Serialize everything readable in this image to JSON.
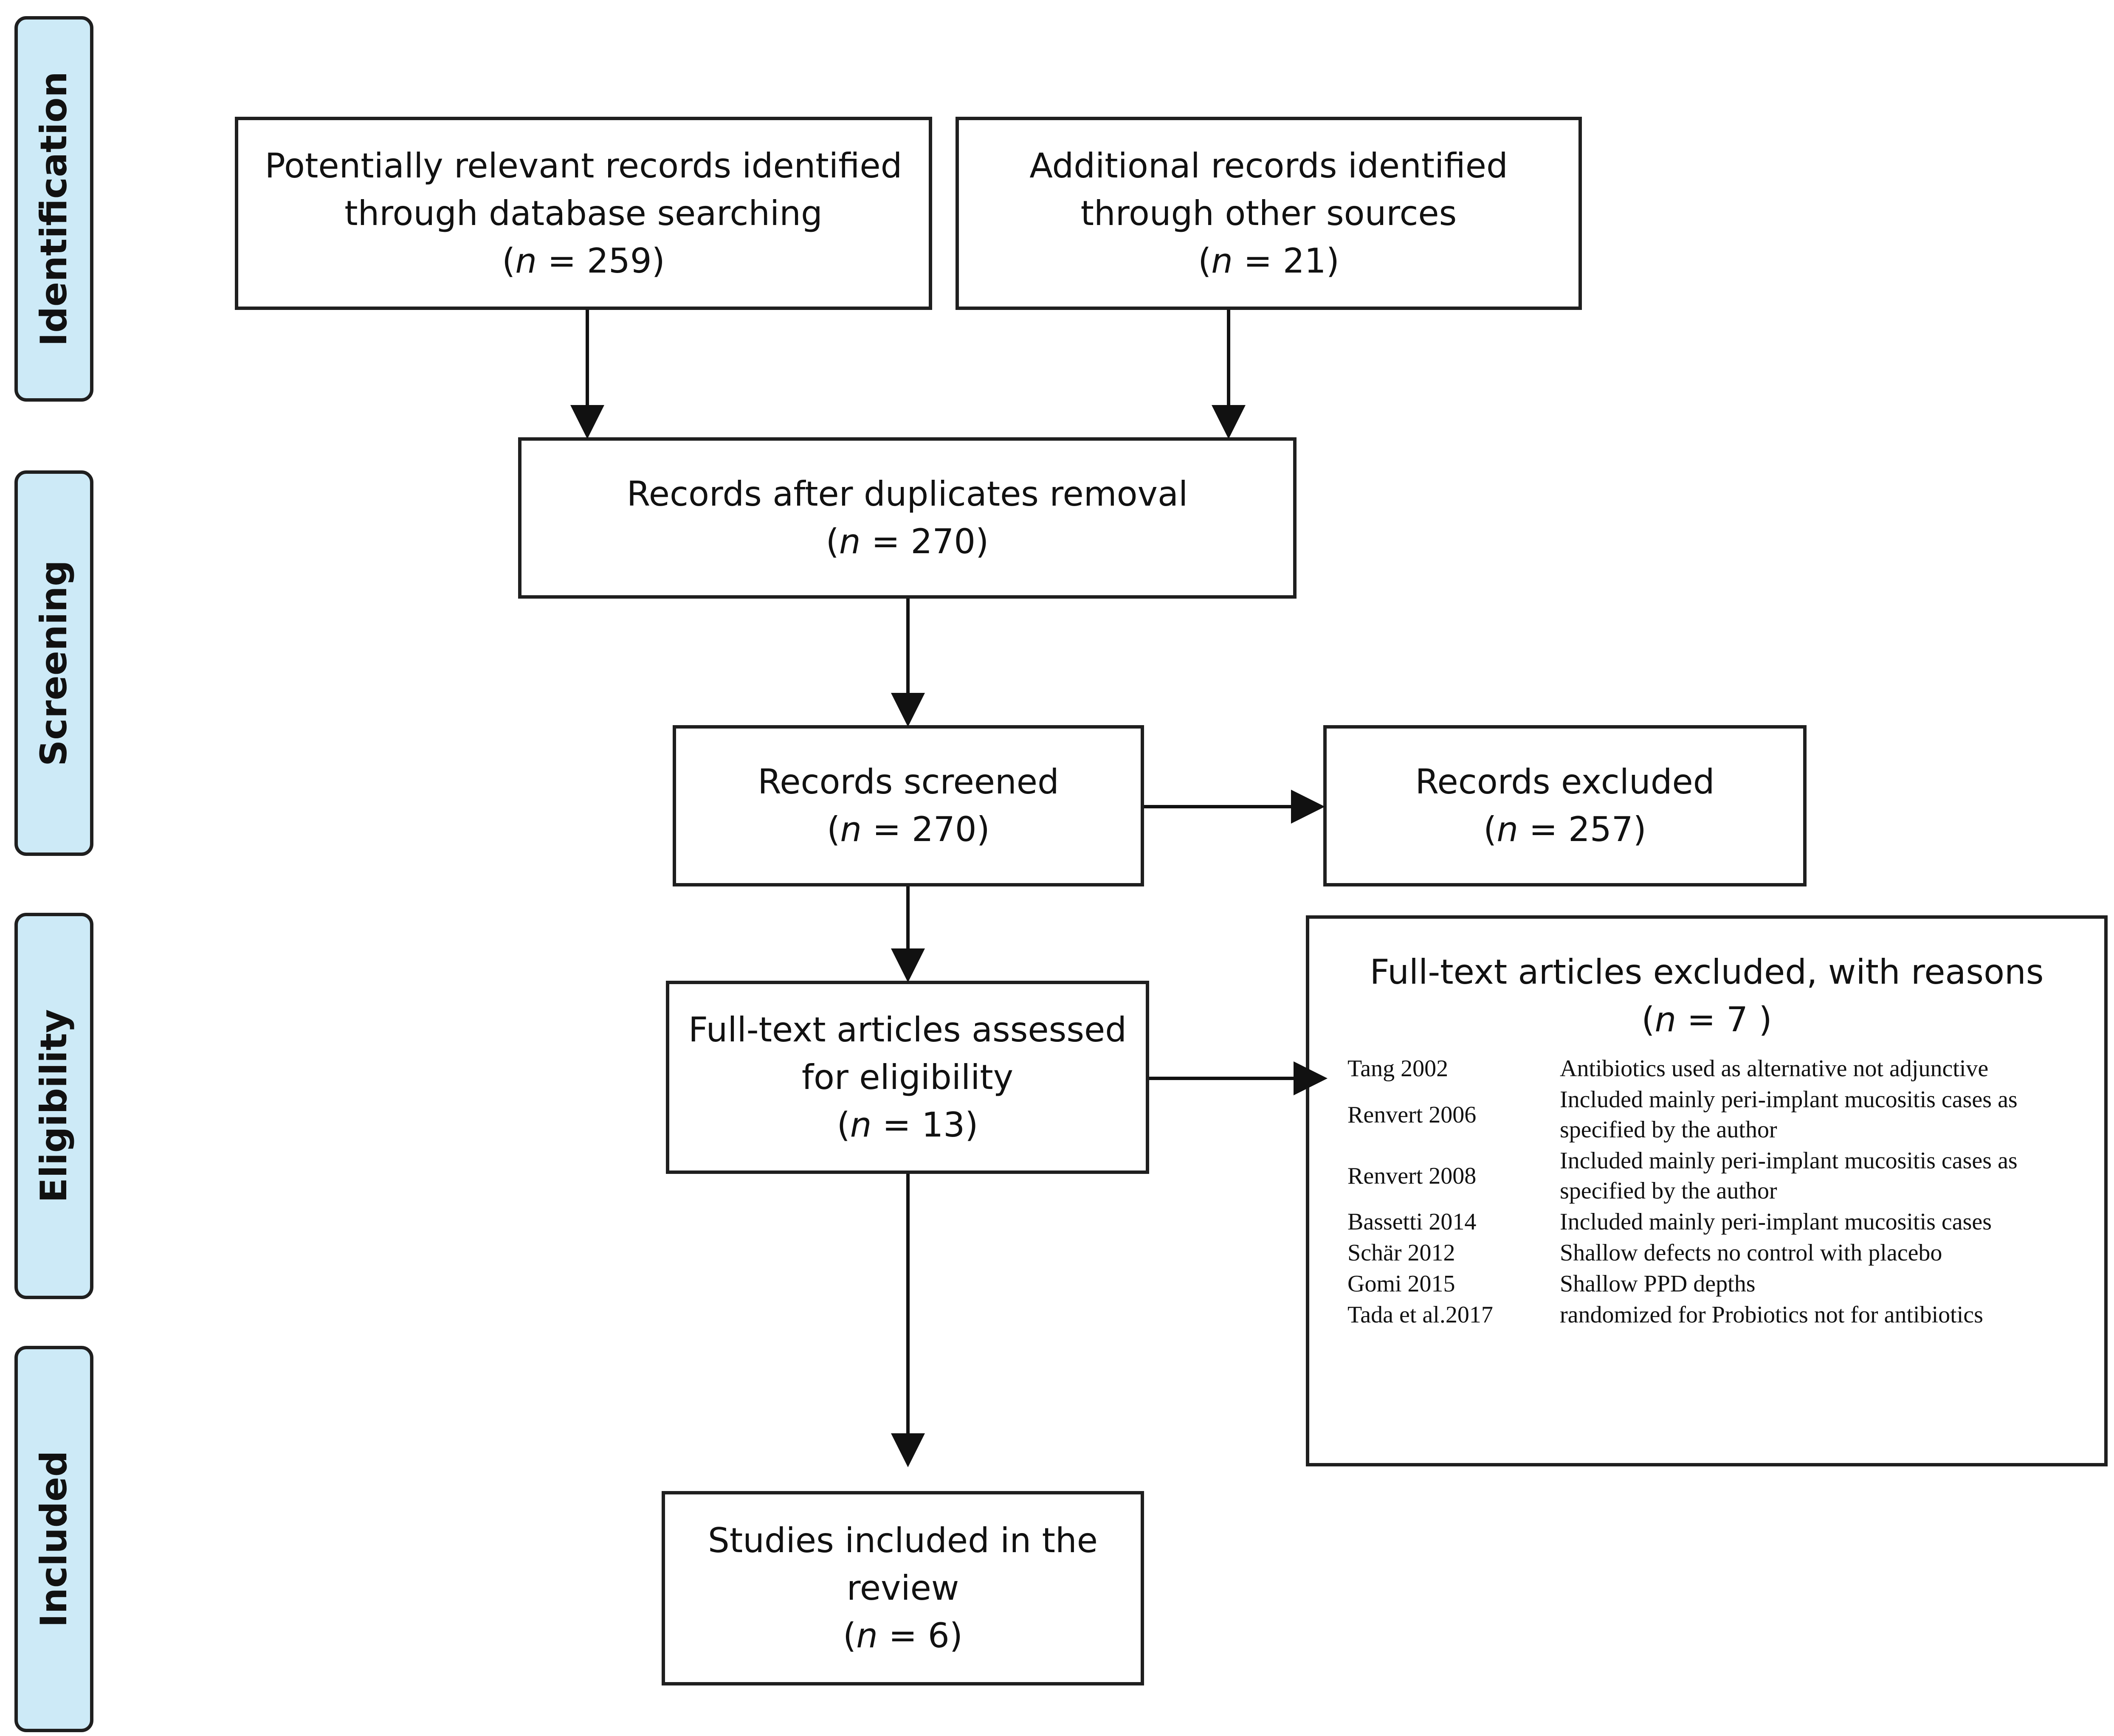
{
  "phases": {
    "identification": "Identification",
    "screening": "Screening",
    "eligibility": "Eligibility",
    "included": "Included"
  },
  "boxes": {
    "database_search": {
      "lines": [
        "Potentially relevant records identified",
        "through database searching"
      ],
      "n_prefix": "(",
      "n_symbol": "n",
      "n_value": " = 259)"
    },
    "other_sources": {
      "lines": [
        "Additional records identified",
        "through other sources"
      ],
      "n_prefix": "(",
      "n_symbol": "n",
      "n_value": " = 21)"
    },
    "duplicates_removed": {
      "lines": [
        "Records after duplicates removal"
      ],
      "n_prefix": "(",
      "n_symbol": "n",
      "n_value": " = 270)"
    },
    "screened": {
      "lines": [
        "Records screened"
      ],
      "n_prefix": "(",
      "n_symbol": "n",
      "n_value": " = 270)"
    },
    "excluded": {
      "lines": [
        "Records excluded"
      ],
      "n_prefix": "(",
      "n_symbol": "n",
      "n_value": " = 257)"
    },
    "fulltext_assessed": {
      "lines": [
        "Full-text articles assessed",
        "for eligibility"
      ],
      "n_prefix": "(",
      "n_symbol": "n",
      "n_value": " = 13)"
    },
    "fulltext_excluded": {
      "lines": [
        "Full-text articles excluded, with reasons"
      ],
      "n_prefix": "(",
      "n_symbol": "n",
      "n_value": " =  7 )",
      "reasons": [
        {
          "study": "Tang 2002",
          "reason": "Antibiotics used as alternative not adjunctive"
        },
        {
          "study": "Renvert 2006",
          "reason": "Included mainly peri-implant mucositis cases as specified by the author"
        },
        {
          "study": "Renvert 2008",
          "reason": "Included mainly peri-implant mucositis cases as specified by the author"
        },
        {
          "study": "Bassetti 2014",
          "reason": "Included mainly peri-implant mucositis cases"
        },
        {
          "study": "Schär 2012",
          "reason": "Shallow defects no control with placebo"
        },
        {
          "study": "Gomi 2015",
          "reason": "Shallow PPD depths"
        },
        {
          "study": "Tada et al.2017",
          "reason": "randomized for Probiotics not for antibiotics"
        }
      ]
    },
    "included_studies": {
      "lines": [
        "Studies included in the",
        "review"
      ],
      "n_prefix": "(",
      "n_symbol": "n",
      "n_value": " = 6)"
    }
  }
}
